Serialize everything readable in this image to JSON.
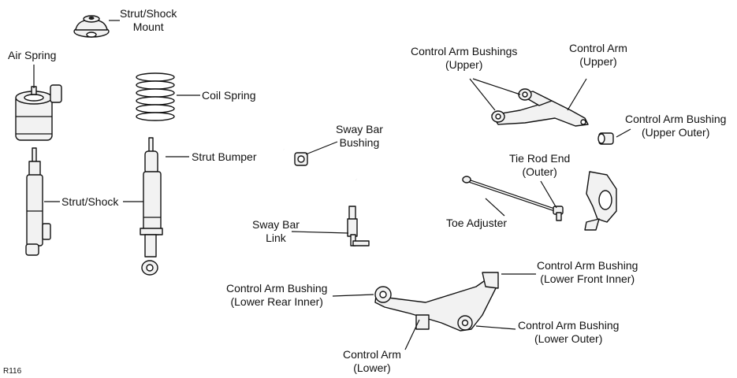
{
  "labels": {
    "strut_mount": [
      "Strut/Shock",
      "Mount"
    ],
    "air_spring": [
      "Air Spring"
    ],
    "coil_spring": [
      "Coil Spring"
    ],
    "strut_bumper": [
      "Strut Bumper"
    ],
    "strut_shock": [
      "Strut/Shock"
    ],
    "sway_bar_bushing": [
      "Sway Bar",
      "Bushing"
    ],
    "sway_bar_link": [
      "Sway Bar",
      "Link"
    ],
    "ca_bushings_upper": [
      "Control Arm Bushings",
      "(Upper)"
    ],
    "ca_upper": [
      "Control Arm",
      "(Upper)"
    ],
    "ca_bushing_upper_outer": [
      "Control Arm Bushing",
      "(Upper Outer)"
    ],
    "tie_rod_end": [
      "Tie Rod End",
      "(Outer)"
    ],
    "toe_adjuster": [
      "Toe Adjuster"
    ],
    "ca_bushing_lower_front_inner": [
      "Control Arm Bushing",
      "(Lower Front Inner)"
    ],
    "ca_bushing_lower_rear_inner": [
      "Control Arm Bushing",
      "(Lower Rear Inner)"
    ],
    "ca_bushing_lower_outer": [
      "Control Arm Bushing",
      "(Lower Outer)"
    ],
    "ca_lower": [
      "Control Arm",
      "(Lower)"
    ]
  },
  "figure_code": "R116"
}
